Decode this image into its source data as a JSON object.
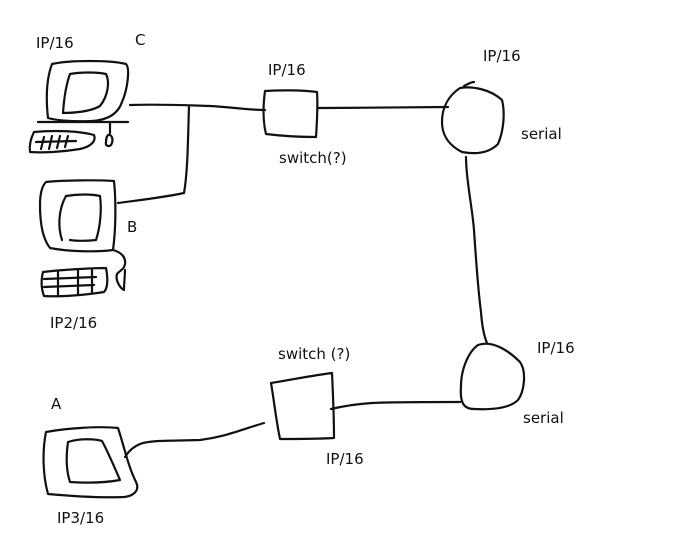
{
  "diagram": {
    "nodes": {
      "computer_c": {
        "name": "C",
        "address": "IP/16"
      },
      "computer_b": {
        "name": "B",
        "address": "IP2/16"
      },
      "computer_a": {
        "name": "A",
        "address": "IP3/16"
      },
      "switch_top": {
        "label": "switch(?)",
        "address": "IP/16"
      },
      "switch_bottom": {
        "label": "switch (?)",
        "address": "IP/16"
      },
      "router_top": {
        "link": "serial",
        "address": "IP/16"
      },
      "router_bottom": {
        "link": "serial",
        "address": "IP/16"
      }
    }
  }
}
